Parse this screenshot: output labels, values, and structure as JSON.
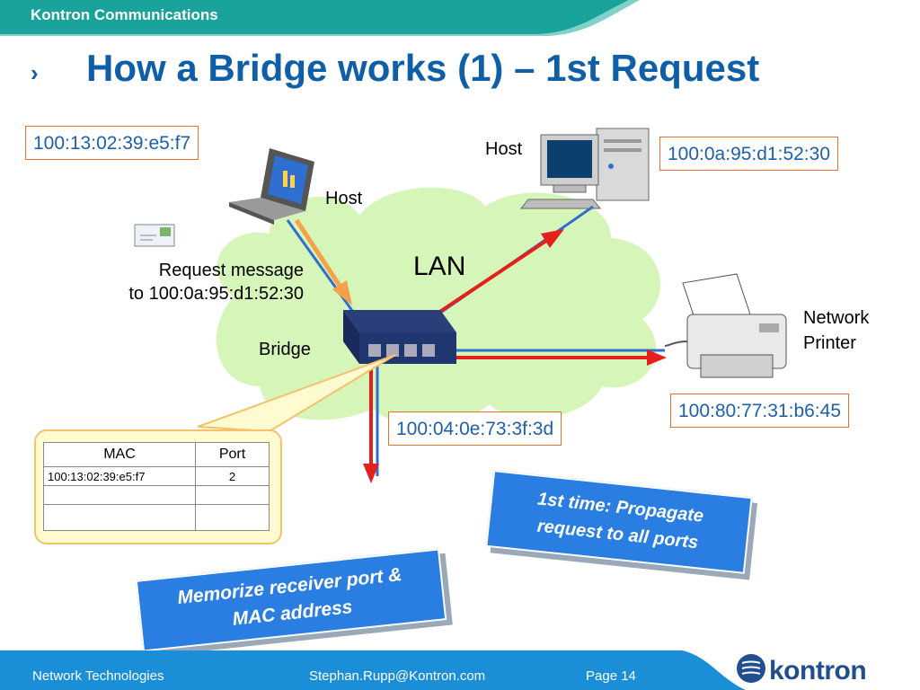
{
  "header": {
    "company": "Kontron Communications"
  },
  "slide": {
    "bullet": "›",
    "title": "How a Bridge works (1) – 1st Request"
  },
  "nodes": {
    "laptop_mac": "100:13:02:39:e5:f7",
    "laptop_label": "Host",
    "pc_mac": "100:0a:95:d1:52:30",
    "pc_label": "Host",
    "printer_label_line1": "Network",
    "printer_label_line2": "Printer",
    "printer_mac": "100:80:77:31:b6:45",
    "lan_label": "LAN",
    "bridge_label": "Bridge",
    "downlink_mac": "100:04:0e:73:3f:3d"
  },
  "request": {
    "line1": "Request message",
    "line2": "to 100:0a:95:d1:52:30"
  },
  "mac_table": {
    "headers": [
      "MAC",
      "Port"
    ],
    "rows": [
      [
        "100:13:02:39:e5:f7",
        "2"
      ],
      [
        "",
        ""
      ],
      [
        "",
        ""
      ]
    ]
  },
  "callouts": {
    "propagate_line1": "1st time: Propagate",
    "propagate_line2": "request to all ports",
    "memorize_line1": "Memorize receiver port &",
    "memorize_line2": "MAC address"
  },
  "footer": {
    "left": "Network Technologies",
    "email": "Stephan.Rupp@Kontron.com",
    "page": "Page 14",
    "logo": "kontron"
  },
  "colors": {
    "brand_blue": "#0f5ea8",
    "teal": "#1aa39a",
    "flood_red": "#e3201b",
    "learn_orange": "#f5a14a",
    "link_blue": "#2f6fcf",
    "cloud_green": "#d6f5b8"
  }
}
